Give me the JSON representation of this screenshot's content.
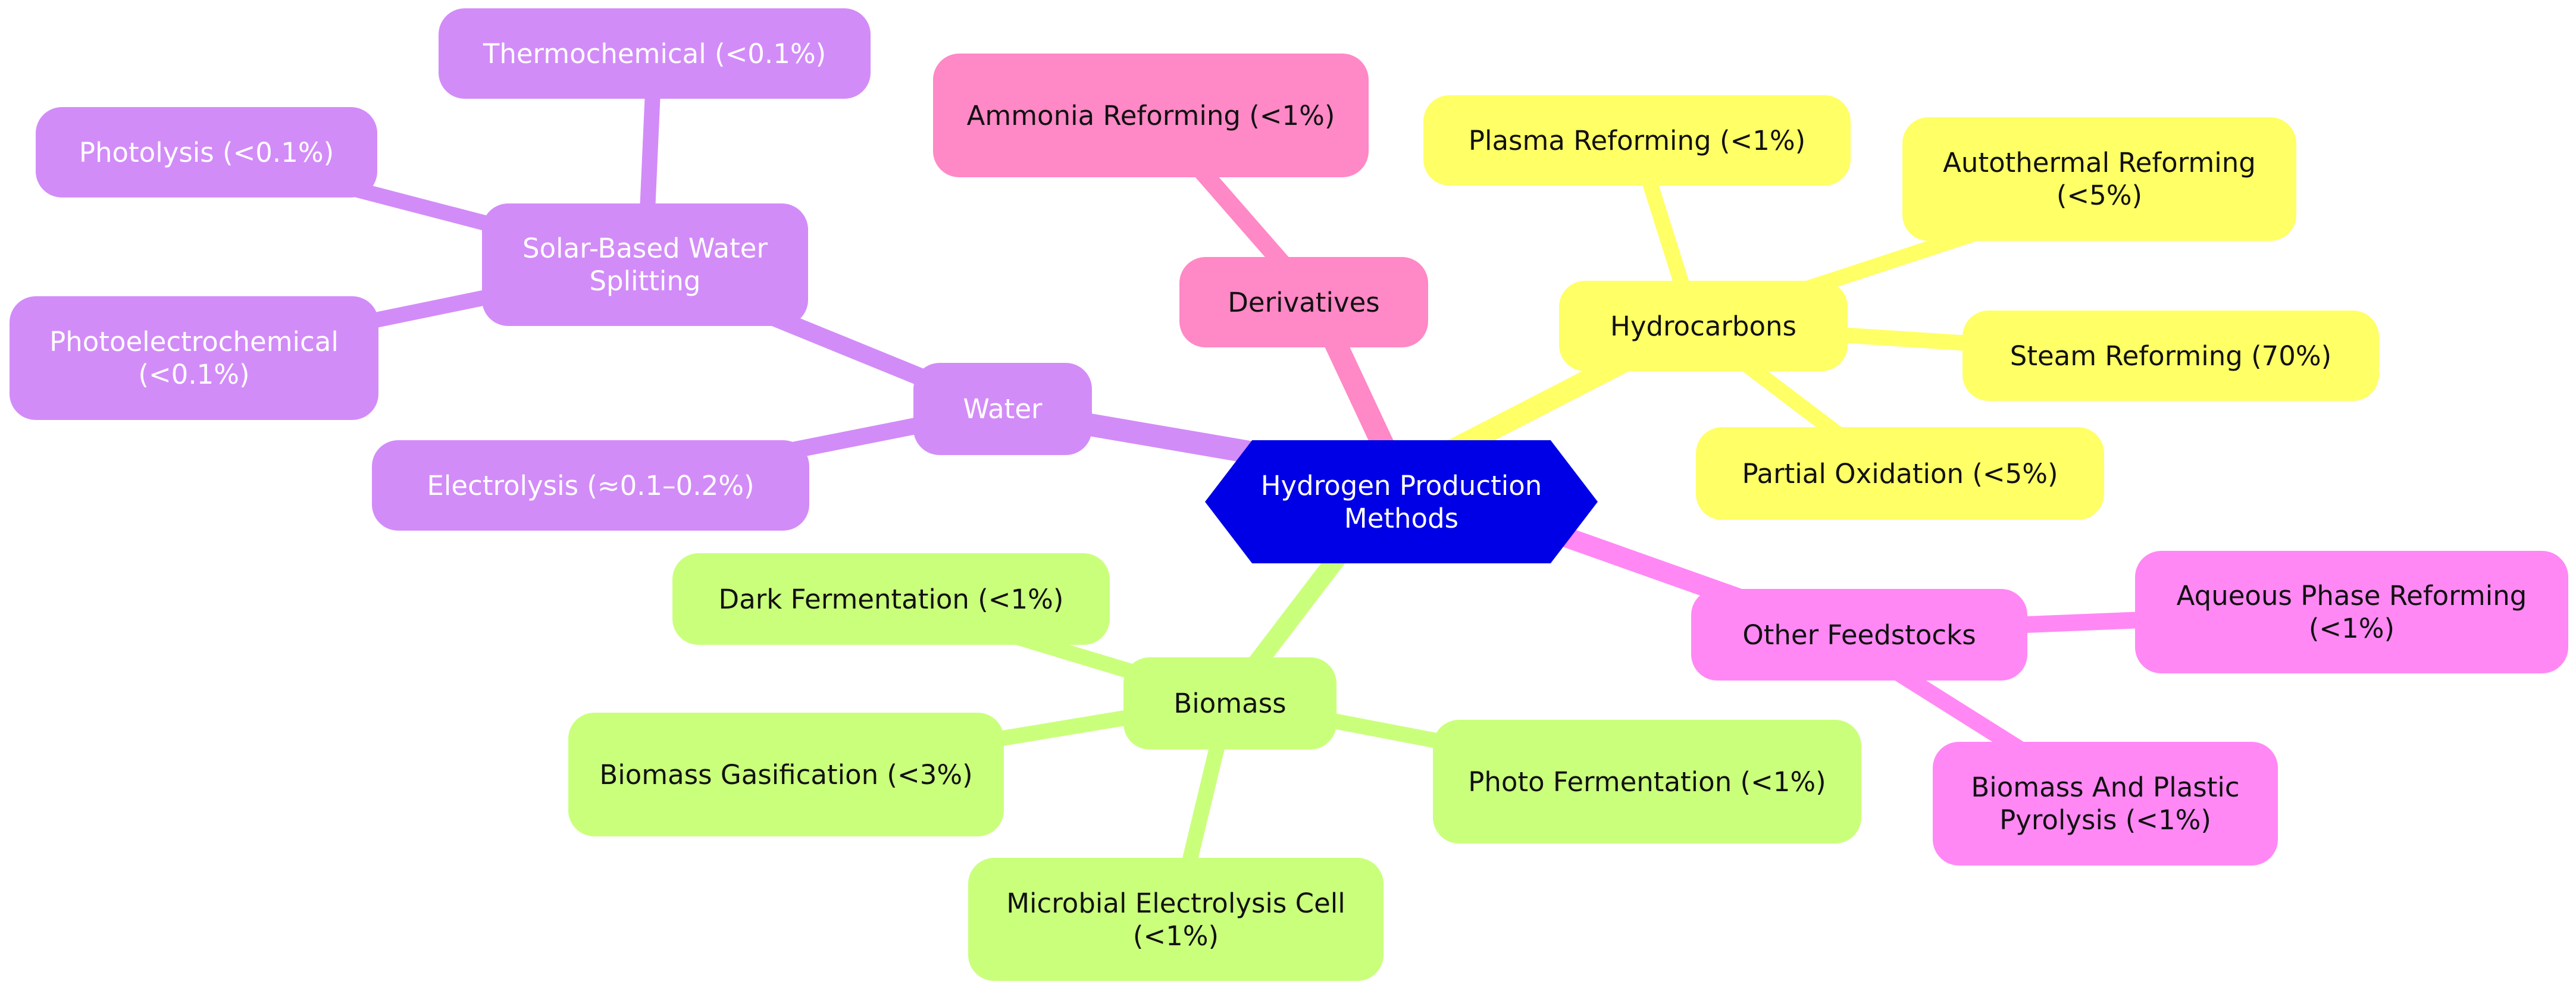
{
  "diagram": {
    "root": {
      "label": "Hydrogen Production\nMethods"
    },
    "colors": {
      "root": "#0000e6",
      "water": "#d28cf8",
      "derivatives": "#ff88c6",
      "hydrocarbons": "#ffff66",
      "other": "#ff88f5",
      "biomass": "#caff7c"
    },
    "branches": {
      "water": {
        "label": "Water",
        "children": {
          "solar": {
            "label": "Solar-Based Water\nSplitting",
            "children": {
              "thermochemical": "Thermochemical (<0.1%)",
              "photolysis": "Photolysis (<0.1%)",
              "photoelectrochemical": "Photoelectrochemical\n(<0.1%)"
            }
          },
          "electrolysis": "Electrolysis (≈0.1–0.2%)"
        }
      },
      "derivatives": {
        "label": "Derivatives",
        "children": {
          "ammonia": "Ammonia Reforming (<1%)"
        }
      },
      "hydrocarbons": {
        "label": "Hydrocarbons",
        "children": {
          "plasma": "Plasma Reforming (<1%)",
          "autothermal": "Autothermal Reforming\n(<5%)",
          "steam": "Steam Reforming (70%)",
          "partial": "Partial Oxidation (<5%)"
        }
      },
      "other": {
        "label": "Other Feedstocks",
        "children": {
          "aqueous": "Aqueous Phase Reforming\n(<1%)",
          "pyrolysis": "Biomass And Plastic\nPyrolysis (<1%)"
        }
      },
      "biomass": {
        "label": "Biomass",
        "children": {
          "dark": "Dark Fermentation (<1%)",
          "gasification": "Biomass Gasification (<3%)",
          "mec": "Microbial Electrolysis Cell\n(<1%)",
          "photo": "Photo Fermentation (<1%)"
        }
      }
    }
  }
}
